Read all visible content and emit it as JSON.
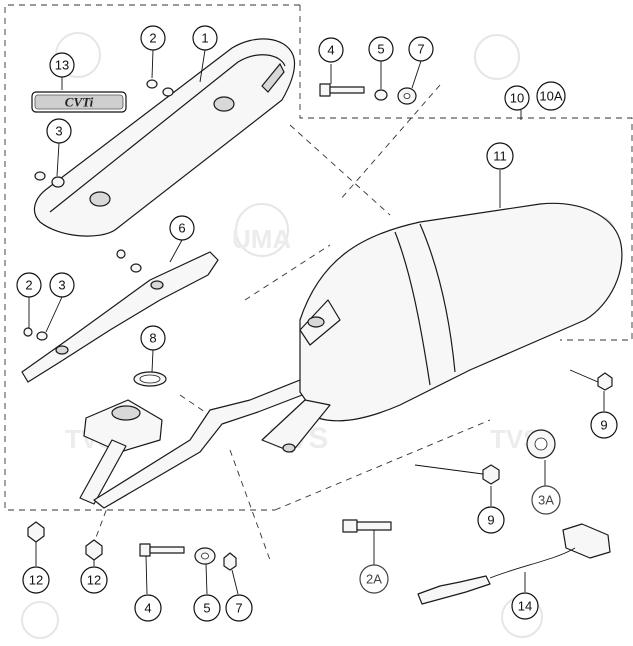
{
  "callouts": {
    "c1": "1",
    "c2a": "2",
    "c2b": "2",
    "c3a": "3",
    "c3b": "3",
    "c4a": "4",
    "c4b": "4",
    "c5a": "5",
    "c5b": "5",
    "c6": "6",
    "c7a": "7",
    "c7b": "7",
    "c8": "8",
    "c9a": "9",
    "c9b": "9",
    "c10": "10",
    "c10a": "10A",
    "c11": "11",
    "c12a": "12",
    "c12b": "12",
    "c13": "13",
    "c14": "14",
    "c2A": "2A",
    "c3A": "3A"
  },
  "badge": {
    "text": "CVTi"
  },
  "watermarks": {
    "uma": "UMA",
    "tvs": "TVS"
  },
  "colors": {
    "line": "#111111",
    "background": "#ffffff",
    "watermark": "#e6e6e6"
  }
}
